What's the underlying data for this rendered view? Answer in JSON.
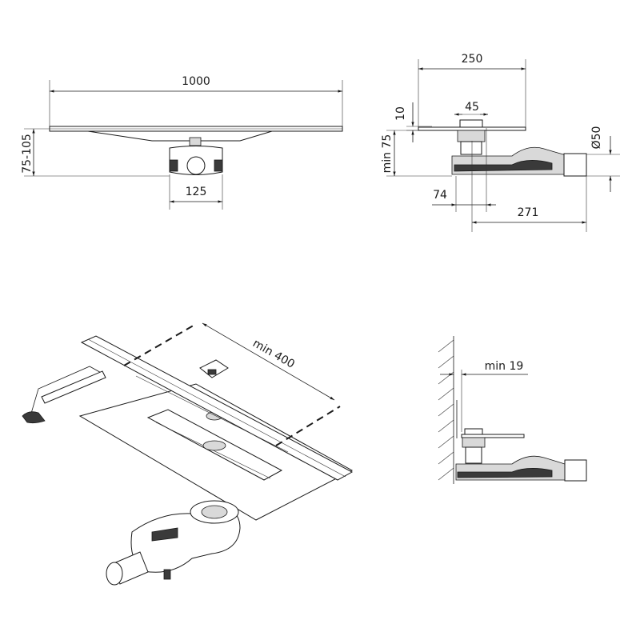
{
  "drawing": {
    "front_view": {
      "length_label": "1000",
      "height_label": "75-105",
      "outlet_width_label": "125"
    },
    "side_view": {
      "width_label": "250",
      "thickness_label": "10",
      "drain_width_label": "45",
      "min_height_label": "min 75",
      "diameter_label": "Ø50",
      "offset_label": "74",
      "outlet_length_label": "271"
    },
    "isometric_view": {
      "min_length_label": "min 400"
    },
    "wall_view": {
      "min_gap_label": "min 19"
    }
  },
  "colors": {
    "line": "#1a1a1a",
    "fill_light": "#d9d9d9",
    "fill_dark": "#3a3a3a",
    "background": "#ffffff"
  }
}
